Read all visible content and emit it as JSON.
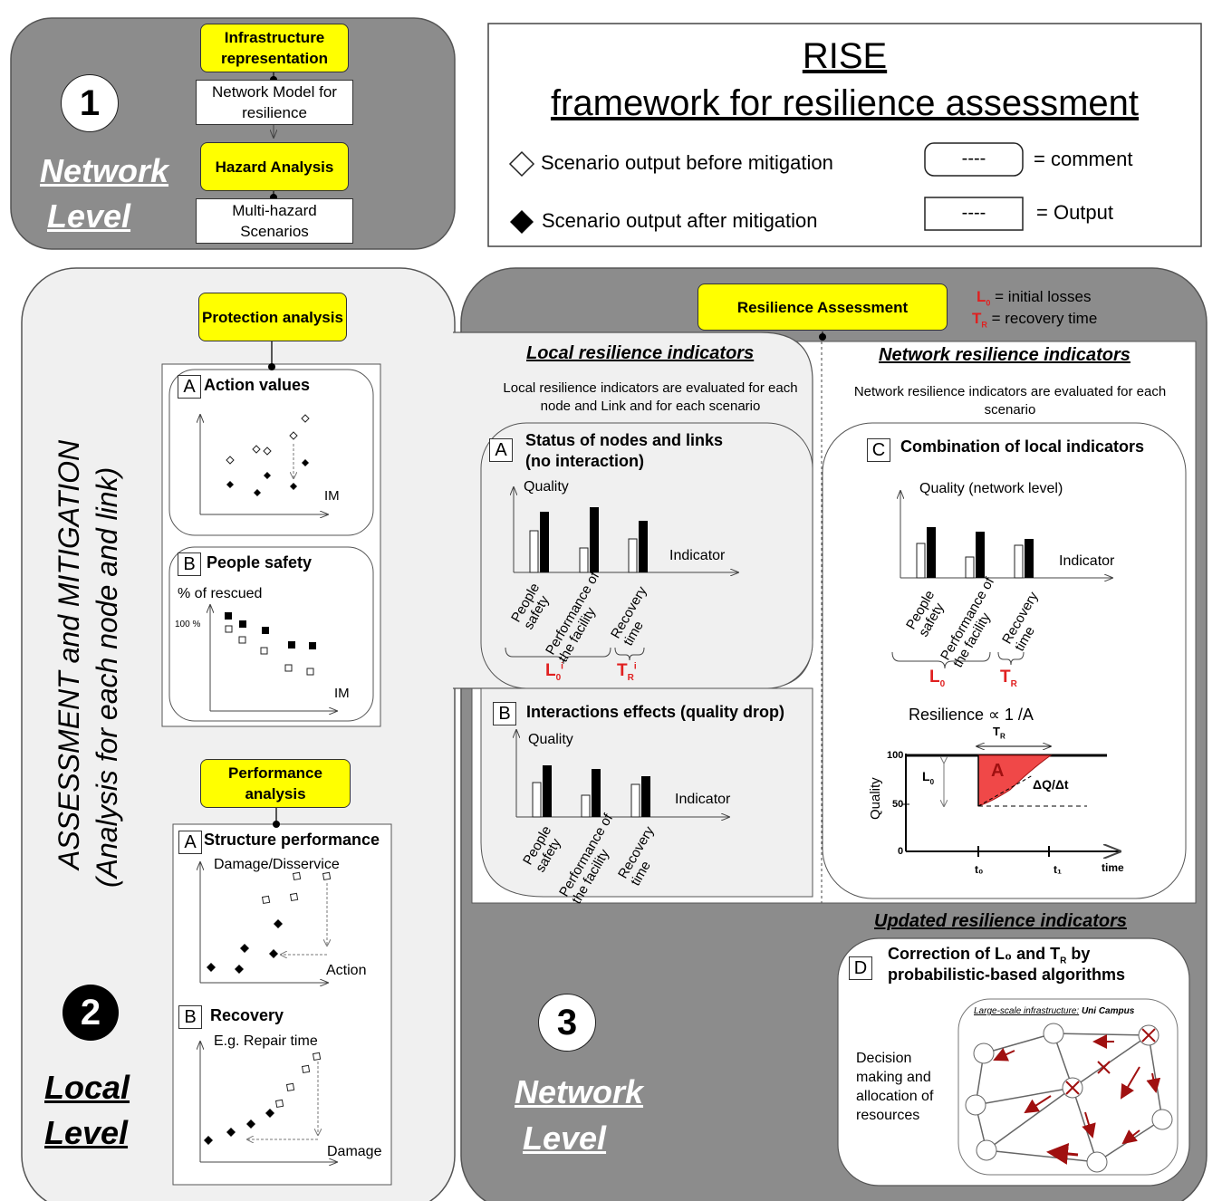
{
  "title": {
    "line1": "RISE",
    "line2": "framework for resilience assessment"
  },
  "legend": {
    "before": "Scenario output before mitigation",
    "after": "Scenario output after mitigation",
    "comment_box": "----",
    "comment_label": "= comment",
    "output_box": "----",
    "output_label": "= Output"
  },
  "panel1": {
    "number": "1",
    "level_line1": "Network",
    "level_line2": "Level",
    "infra": "Infrastructure representation",
    "network_model": "Network Model for resilience",
    "hazard": "Hazard Analysis",
    "multi_hazard": "Multi-hazard Scenarios"
  },
  "panel2": {
    "number": "2",
    "level_line1": "Local",
    "level_line2": "Level",
    "vertical_line1": "ASSESSMENT and MITIGATION",
    "vertical_line2": "(Analysis for each node and link)",
    "protection": "Protection analysis",
    "action_values": {
      "letter": "A",
      "title": "Action values",
      "xlabel": "IM"
    },
    "people_safety": {
      "letter": "B",
      "title": "People safety",
      "ylabel": "% of rescued",
      "ytick": "100 %",
      "xlabel": "IM"
    },
    "performance": "Performance analysis",
    "structure": {
      "letter": "A",
      "title": "Structure performance",
      "ylabel": "Damage/Disservice",
      "xlabel": "Action"
    },
    "recovery": {
      "letter": "B",
      "title": "Recovery",
      "ylabel": "E.g. Repair time",
      "xlabel": "Damage"
    }
  },
  "panel3": {
    "number": "3",
    "level_line1": "Network",
    "level_line2": "Level",
    "resilience_assessment": "Resilience Assessment",
    "l0_def": "= initial losses",
    "tr_def": "= recovery time",
    "local": {
      "heading": "Local resilience indicators",
      "desc": "Local resilience indicators are evaluated for each node and Link and for each scenario",
      "a_letter": "A",
      "a_title_1": "Status of nodes and links",
      "a_title_2": "(no interaction)",
      "b_letter": "B",
      "b_title": "Interactions effects (quality drop)",
      "ylabel": "Quality",
      "xlabel": "Indicator",
      "cats": [
        "People safety",
        "Performance of the facility",
        "Recovery time"
      ]
    },
    "network": {
      "heading": "Network resilience indicators",
      "desc": "Network resilience indicators are evaluated for each scenario",
      "c_letter": "C",
      "c_title": "Combination of local indicators",
      "ylabel": "Quality (network level)",
      "xlabel": "Indicator",
      "resilience_formula": "Resilience ∝ 1 /A",
      "graph_ylabel": "Quality",
      "graph_xlabel": "time",
      "tick_100": "100",
      "tick_50": "50",
      "tick_0": "0",
      "area_label": "A",
      "slope_label": "ΔQ/Δt",
      "t0": "t₀",
      "t1": "t₁"
    },
    "updated": {
      "heading": "Updated resilience indicators",
      "d_letter": "D",
      "d_title_1": "Correction of L₀ and T",
      "d_title_1b": "by",
      "d_title_2": "probabilistic-based algorithms",
      "decision": "Decision making and allocation of resources",
      "campus_title": "Large-scale infrastructure:",
      "campus_name": "Uni Campus"
    }
  }
}
